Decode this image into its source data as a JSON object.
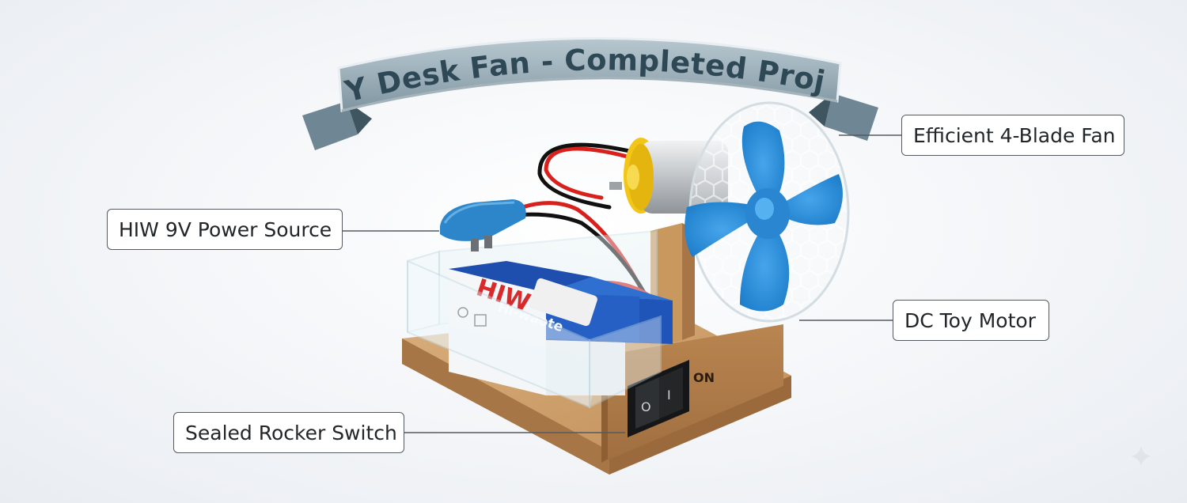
{
  "banner": {
    "title": "DIY Desk Fan - Completed Project"
  },
  "callouts": {
    "fan": "Efficient 4-Blade Fan",
    "power": "HIW 9V Power Source",
    "motor": "DC Toy Motor",
    "switch": "Sealed Rocker Switch"
  },
  "battery": {
    "brand": "HIW",
    "model": "Hi-waote"
  },
  "switch_panel": {
    "on_label": "ON",
    "rocker_symbol_on": "I",
    "rocker_symbol_off": "O"
  },
  "colors": {
    "banner": "#8fa3ae",
    "banner_dark": "#4e6673",
    "wood": "#c79a66",
    "fan_blue": "#2f8fd8",
    "battery_blue": "#1f55b8",
    "clip_blue": "#2c86c9",
    "motor_yellow": "#f2c619"
  }
}
